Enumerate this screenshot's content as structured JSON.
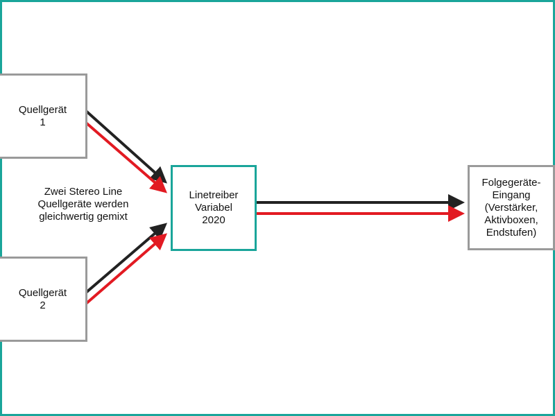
{
  "colors": {
    "frame": "#1aa59a",
    "box_border_grey": "#9a9a9a",
    "box_border_teal": "#1aa59a",
    "signal_left": "#222222",
    "signal_right": "#e21a22"
  },
  "nodes": {
    "source1": {
      "label": "Quellgerät\n1"
    },
    "source2": {
      "label": "Quellgerät\n2"
    },
    "driver": {
      "label": "Linetreiber\nVariabel\n2020"
    },
    "destination": {
      "label": "Folgegeräte-\nEingang\n(Verstärker,\nAktivboxen,\nEndstufen)"
    }
  },
  "note": {
    "text": "Zwei Stereo Line\nQuellgeräte werden\ngleichwertig gemixt"
  }
}
